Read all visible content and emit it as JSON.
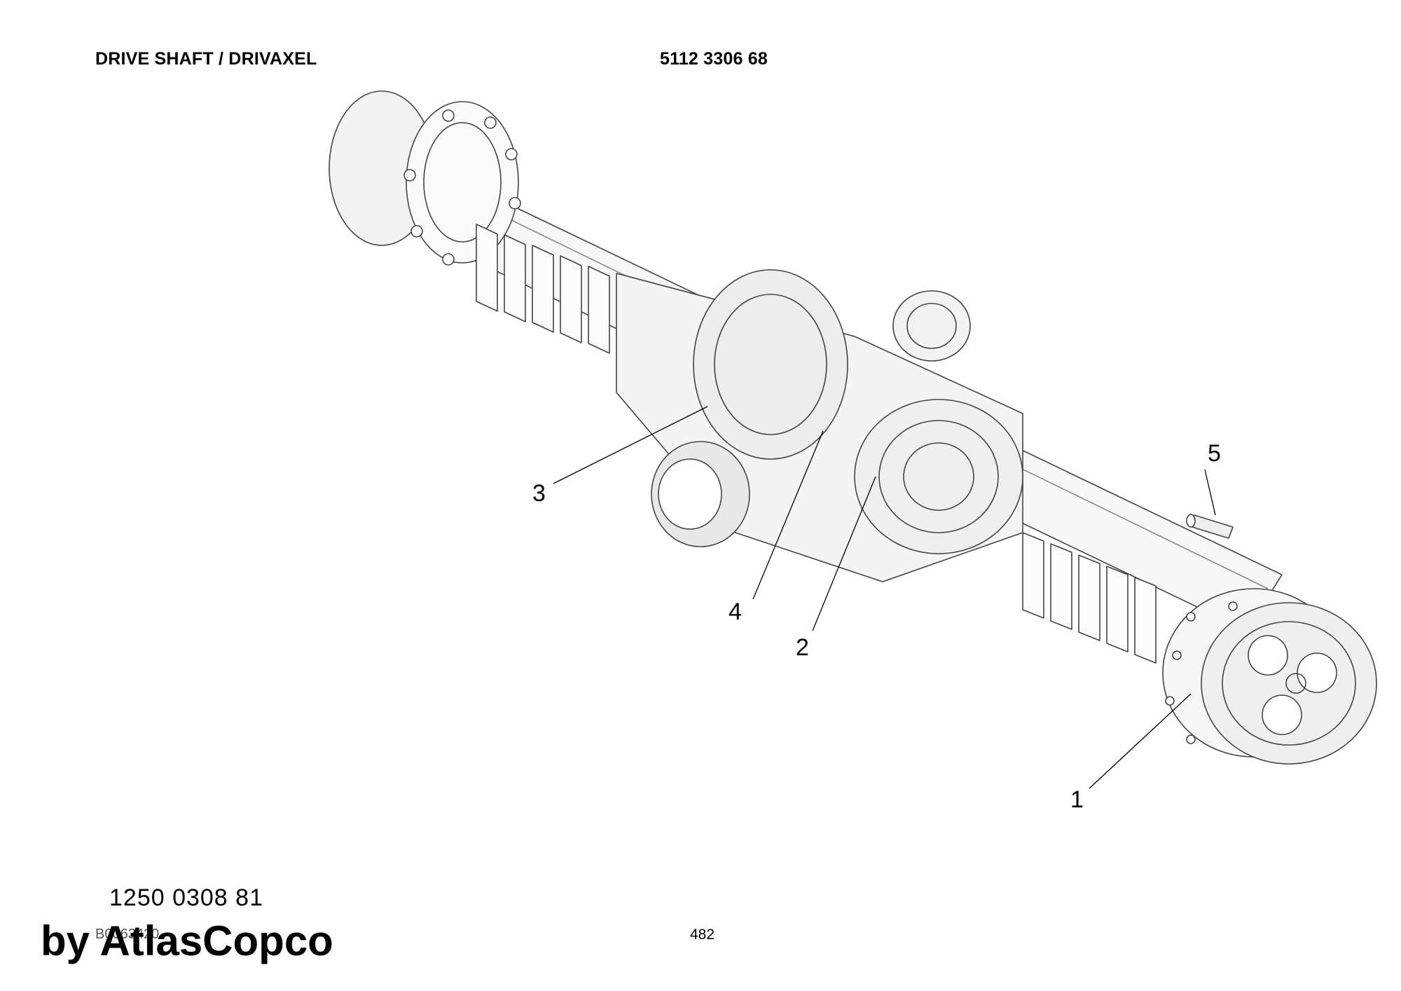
{
  "header": {
    "title": "DRIVE SHAFT / DRIVAXEL",
    "part_number": "5112 3306 68"
  },
  "callouts": [
    "1",
    "2",
    "3",
    "4",
    "5"
  ],
  "footer": {
    "reference_number": "1250 0308 81",
    "image_code": "B0063420",
    "page_number": "482",
    "watermark": "by AtlasCopco"
  }
}
